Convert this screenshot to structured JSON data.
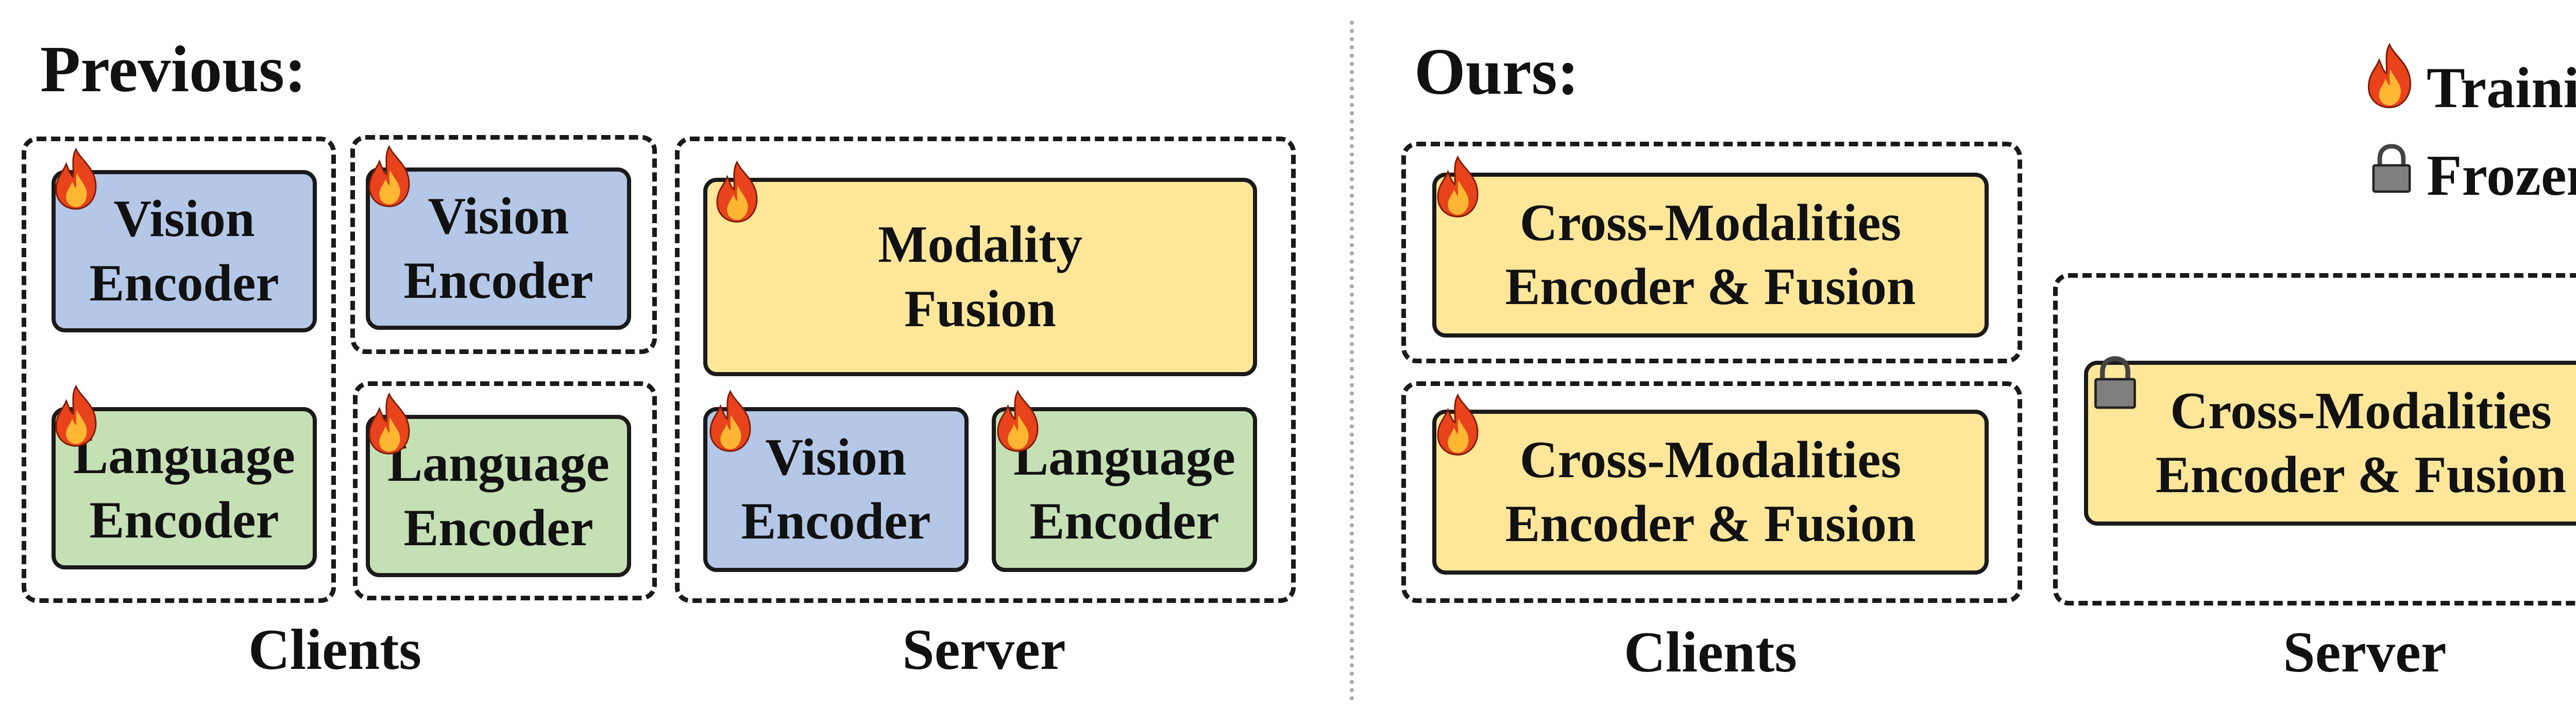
{
  "previous": {
    "heading": "Previous:",
    "client_groups": [
      {
        "vision": [
          "Vision",
          "Encoder"
        ],
        "language": [
          "Language",
          "Encoder"
        ]
      },
      {
        "vision": [
          "Vision",
          "Encoder"
        ],
        "language": [
          "Language",
          "Encoder"
        ]
      }
    ],
    "server": {
      "fusion": [
        "Modality",
        "Fusion"
      ],
      "vision": [
        "Vision",
        "Encoder"
      ],
      "language": [
        "Language",
        "Encoder"
      ]
    },
    "clients_label": "Clients",
    "server_label": "Server"
  },
  "ours": {
    "heading": "Ours:",
    "client_boxes": [
      [
        "Cross-Modalities",
        "Encoder & Fusion"
      ],
      [
        "Cross-Modalities",
        "Encoder & Fusion"
      ]
    ],
    "server_box": [
      "Cross-Modalities",
      "Encoder & Fusion"
    ],
    "clients_label": "Clients",
    "server_label": "Server"
  },
  "legend": {
    "training": "Training",
    "frozen": "Frozen"
  },
  "colors": {
    "vision_encoder": "#b4c7e7",
    "language_encoder": "#c5e0b4",
    "fusion": "#ffe699",
    "flame_outer": "#e8431c",
    "flame_inner": "#ffb733",
    "lock": "#7f7f7f"
  },
  "icons": {
    "training": "fire-icon",
    "frozen": "lock-icon"
  }
}
